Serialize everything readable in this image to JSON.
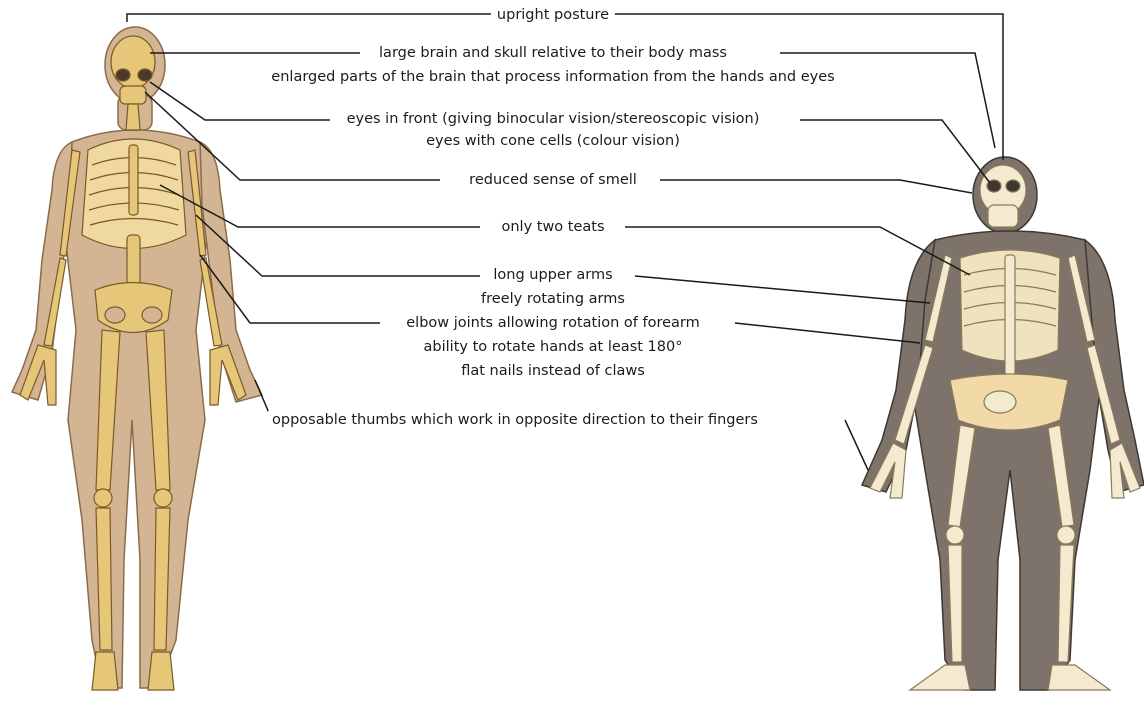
{
  "labels": {
    "upright": "upright posture",
    "brain1": "large brain and skull relative to their body mass",
    "brain2": "enlarged parts of the brain that process information from the hands and eyes",
    "eyes1": "eyes in front (giving binocular vision/stereoscopic vision)",
    "eyes2": "eyes with cone cells (colour vision)",
    "smell": "reduced sense of smell",
    "teats": "only two teats",
    "arms1": "long upper arms",
    "arms2": "freely rotating arms",
    "elbow": "elbow joints allowing rotation of forearm",
    "hands": "ability to rotate hands at least 180°",
    "nails": "flat nails instead of claws",
    "thumbs": "opposable thumbs which work in opposite direction to their fingers"
  },
  "colors": {
    "human_skin": "#d2b492",
    "bone": "#e6c77a",
    "bone_light": "#f4ead0",
    "ape_body": "#7d736a",
    "line": "#1a1a1a"
  }
}
